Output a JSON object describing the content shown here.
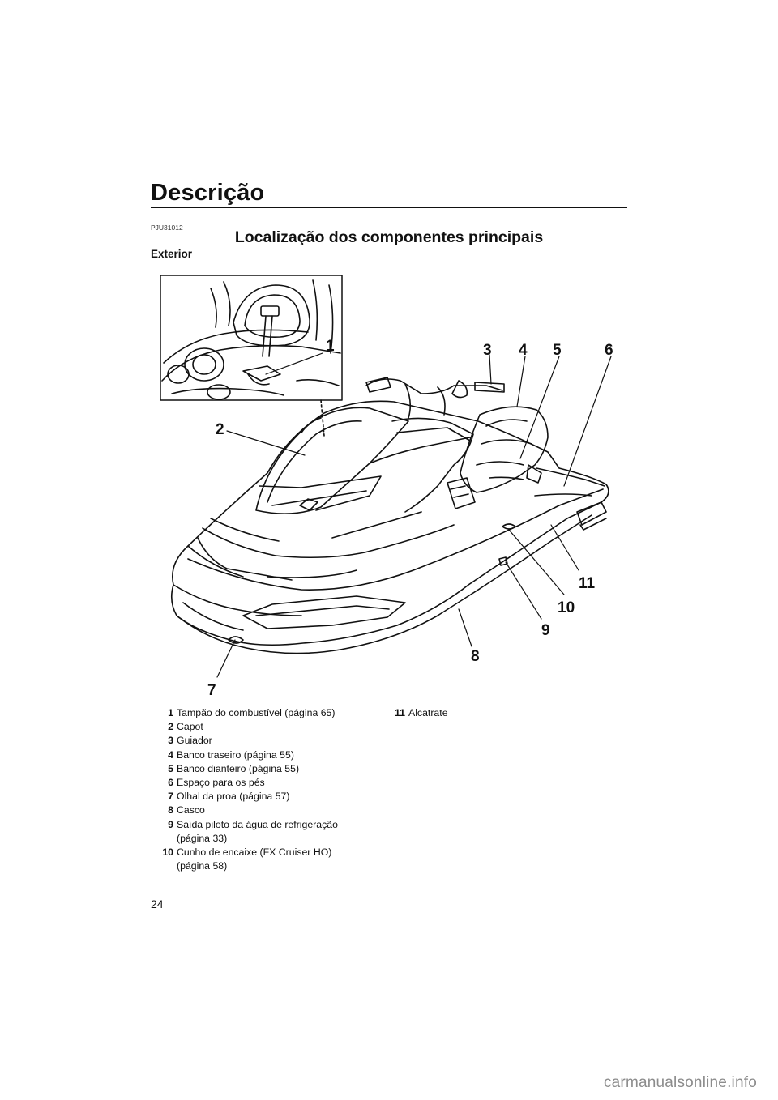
{
  "header": {
    "title": "Descrição",
    "code": "PJU31012",
    "section": "Localização dos componentes principais",
    "subsection": "Exterior"
  },
  "figure": {
    "callouts": [
      "1",
      "2",
      "3",
      "4",
      "5",
      "6",
      "7",
      "8",
      "9",
      "10",
      "11"
    ]
  },
  "legend": {
    "items": [
      {
        "num": "1",
        "text": "Tampão do combustível (página 65)"
      },
      {
        "num": "2",
        "text": "Capot"
      },
      {
        "num": "3",
        "text": "Guiador"
      },
      {
        "num": "4",
        "text": "Banco traseiro (página 55)"
      },
      {
        "num": "5",
        "text": "Banco dianteiro (página 55)"
      },
      {
        "num": "6",
        "text": "Espaço para os pés"
      },
      {
        "num": "7",
        "text": "Olhal da proa (página 57)"
      },
      {
        "num": "8",
        "text": "Casco"
      },
      {
        "num": "9",
        "text": "Saída piloto da água de refrigeração (página 33)"
      },
      {
        "num": "10",
        "text": "Cunho de encaixe (FX Cruiser HO) (página 58)"
      },
      {
        "num": "11",
        "text": "Alcatrate"
      }
    ]
  },
  "footer": {
    "page_number": "24",
    "watermark": "carmanualsonline.info"
  }
}
